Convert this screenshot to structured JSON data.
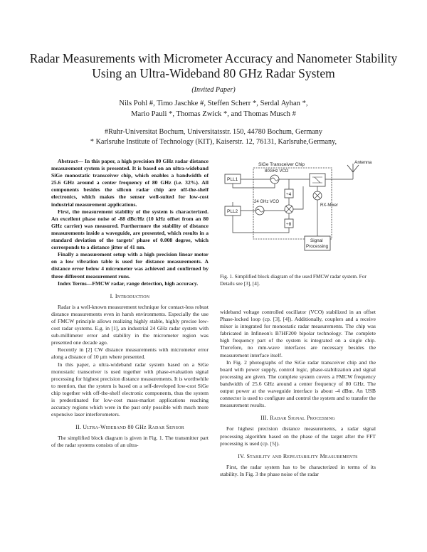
{
  "title": "Radar Measurements with Micrometer Accuracy and Nanometer Stability Using an Ultra-Wideband 80 GHz Radar System",
  "subtitle": "(Invited Paper)",
  "authors": {
    "line1": "Nils Pohl #, Timo Jaschke #, Steffen Scherr *, Serdal Ayhan *,",
    "line2": "Mario Pauli *, Thomas Zwick *, and Thomas Musch #"
  },
  "affiliations": [
    "#Ruhr-Universitat Bochum, Universitatsstr. 150, 44780 Bochum, Germany",
    "* Karlsruhe Institute of Technology (KIT), Kaiserstr. 12, 76131, Karlsruhe,Germany,"
  ],
  "abstract": {
    "p1": "Abstract— In this paper, a high precision 80 GHz radar distance measurement system is presented. It is based on an ultra-wideband SiGe monostatic transceiver chip, which enables a bandwidth of 25.6 GHz around a center frequency of 80 GHz (i.e. 32%). All components besides the silicon radar chip are off-the-shelf electronics, which makes the sensor well-suited for low-cost industrial measurement applications.",
    "p2": "First, the measurement stability of the system is characterized. An excellent phase noise of -88 dBc/Hz (10 kHz offset from an 80 GHz carrier) was measured. Furthermore the stability of distance measurements inside a waveguide, are presented, which results in a standard deviation of the targets' phase of 0.008 degree, which corresponds to a distance jitter of 41 nm.",
    "p3": "Finally a measurement setup with a high precision linear motor on a low vibration table is used for distance measurements. A distance error below 4 micrometer was achieved and confirmed by three different measurement runs.",
    "p4": "Index Terms—FMCW radar, range detection, high accuracy."
  },
  "sections": {
    "s1": "I. Introduction",
    "s2": "II. Ultra-Wideband 80 GHz Radar Sensor",
    "s3": "III. Radar Signal Processing",
    "s4": "IV. Stability and Repeatability Measurements"
  },
  "left_body": {
    "intro1": "Radar is a well-known measurement technique for contact-less robust distance measurements even in harsh environments. Especially the use of FMCW principle allows realizing highly stable, highly precise low-cost radar systems. E.g. in [1], an industrial 24 GHz radar system with sub-millimeter error and stability in the micrometer region was presented one decade ago.",
    "intro2": "Recently in [2] CW distance measurements with micrometer error along a distance of 10 µm where presented.",
    "intro3": "In this paper, a ultra-wideband radar system based on a SiGe monostatic transceiver is used together with phase-evaluation signal processing for highest precision distance measurements. It is worthwhile to mention, that the system is based on a self-developed low-cost SiGe chip together with off-the-shelf electronic components, thus the system is predestinated for low-cost mass-market applications reaching accuracy regions which were in the past only possible with much more expensive laser interferometers.",
    "s2p1": "The simplified block diagram is given in Fig. 1. The transmitter part of the radar systems consists of an ultra-"
  },
  "right_body": {
    "p1": "wideband voltage controlled oscillator (VCO) stabilized in an offset Phase-locked loop (cp. [3], [4]). Additionally, couplers and a receive mixer is integrated for monostatic radar measurements. The chip was fabricated in Infineon's B7HF200 bipolar technology. The complete high frequency part of the system is integrated on a single chip. Therefore, no mm-wave interfaces are necessary besides the measurement interface itself.",
    "p2": "In Fig. 2 photographs of the SiGe radar transceiver chip and the board with power supply, control logic, phase-stabilization and signal processing are given. The complete system covers a FMCW frequency bandwidth of 25.6 GHz around a center frequency of 80 GHz. The output power at the waveguide interface is about -4 dBm. An USB connector is used to configure and control the system and to transfer the measurement results.",
    "s3p1": "For highest precision distance measurements, a radar signal processing algorithm based on the phase of the target after the FFT processing is used (cp. [5]).",
    "s4p1": "First, the radar system has to be characterized in terms of its stability. In Fig. 3 the phase noise of the radar"
  },
  "figure": {
    "caption": "Fig. 1.    Simplified block diagram of the used FMCW radar system. For Details see [3], [4].",
    "labels": {
      "chip": "SiGe Transceiver Chip",
      "vco80": "80GHz VCO",
      "antenna": "Antenna",
      "pll1": "PLL1",
      "pll2": "PLL2",
      "vco24": "24 GHz VCO",
      "div4": "÷4",
      "div8": "÷8",
      "mixer": "RX-Mixer",
      "dsp1": "Signal",
      "dsp2": "Processing"
    }
  }
}
